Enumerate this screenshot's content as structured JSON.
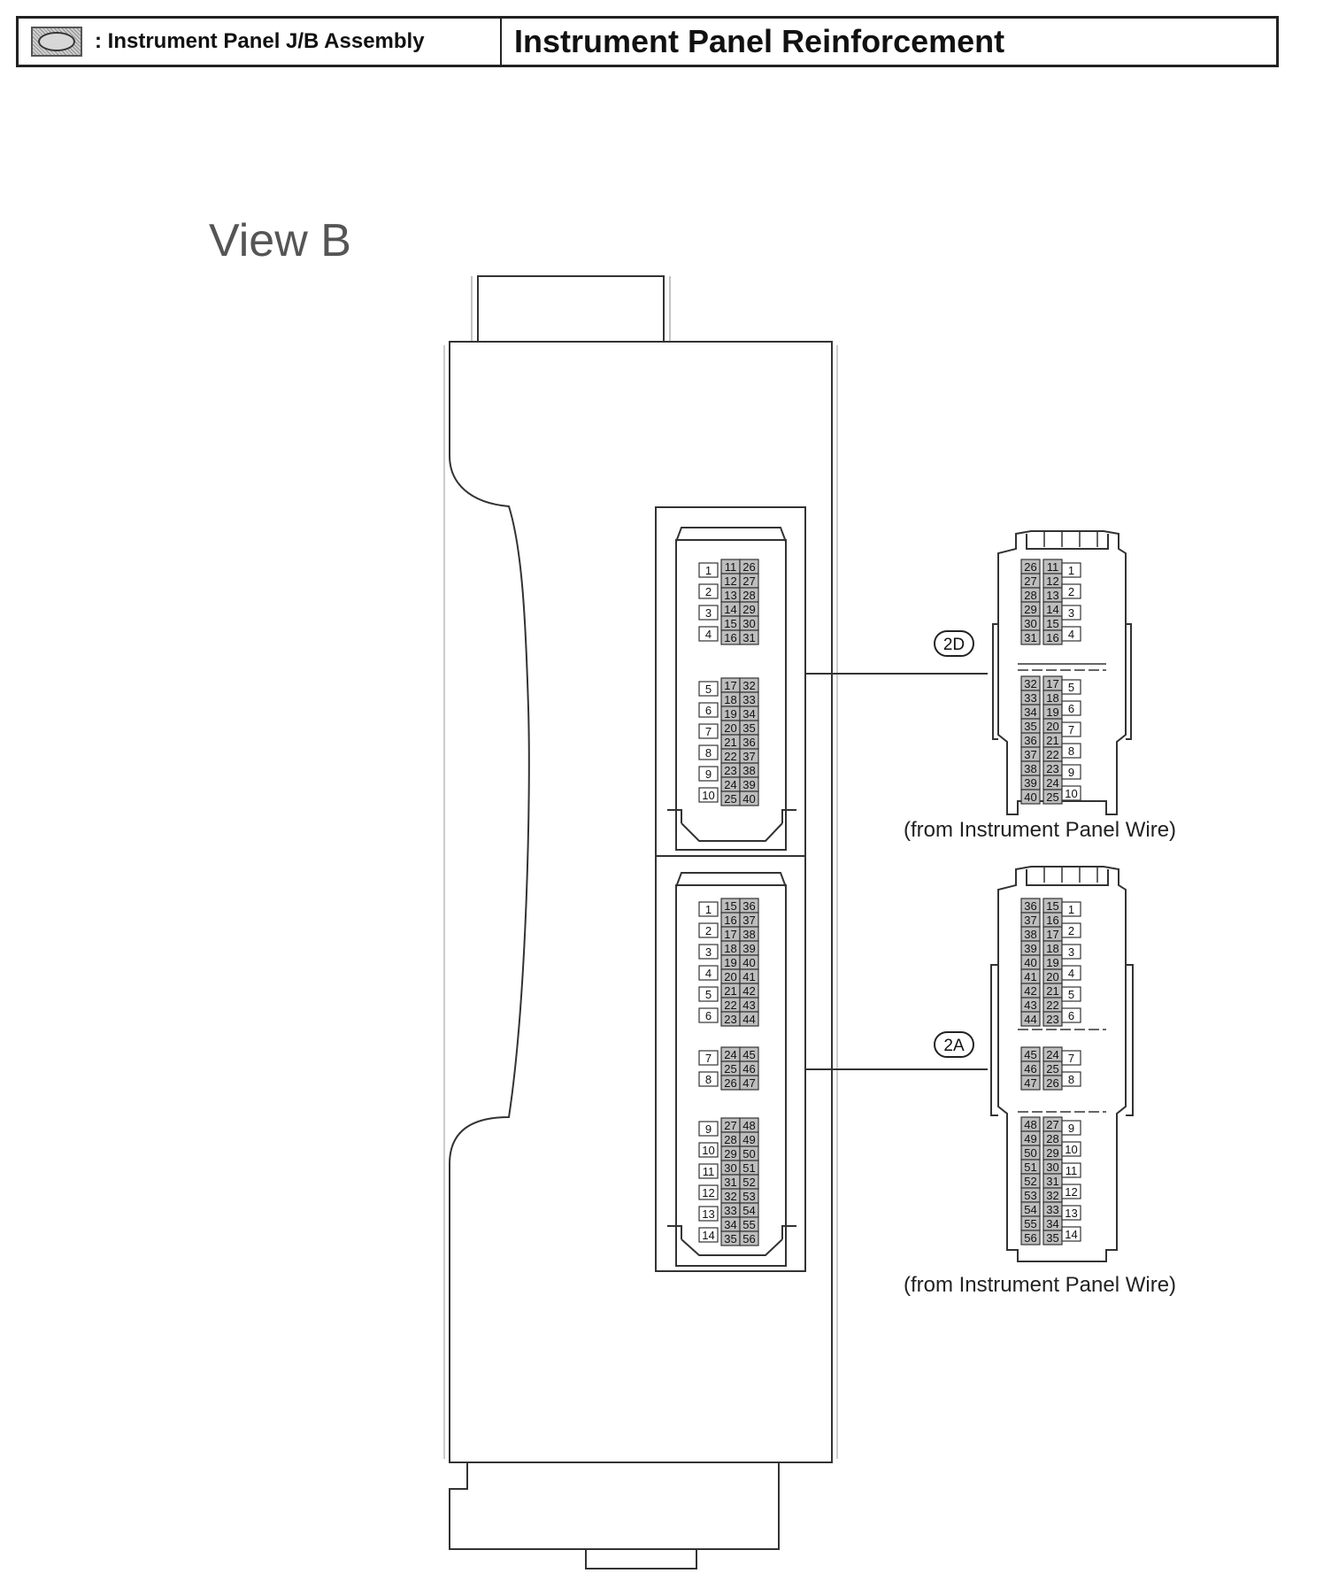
{
  "header": {
    "legend_symbol": "shaded-oval-icon",
    "legend_label": ": Instrument Panel J/B Assembly",
    "title": "Instrument Panel Reinforcement"
  },
  "view_title": "View B",
  "connectors": [
    {
      "id": "2D",
      "caption": "(from Instrument Panel Wire)",
      "jb_side": {
        "left_col": [
          "1",
          "2",
          "3",
          "4",
          "",
          "",
          "5",
          "6",
          "7",
          "8",
          "9",
          "10"
        ],
        "groups": [
          {
            "left": [
              "1",
              "2",
              "3",
              "4"
            ],
            "mid": [
              "11",
              "12",
              "13",
              "14",
              "15",
              "16"
            ],
            "right": [
              "26",
              "27",
              "28",
              "29",
              "30",
              "31"
            ]
          },
          {
            "left": [
              "5",
              "6",
              "7",
              "8",
              "9",
              "10"
            ],
            "mid": [
              "17",
              "18",
              "19",
              "20",
              "21",
              "22",
              "23",
              "24",
              "25"
            ],
            "right": [
              "32",
              "33",
              "34",
              "35",
              "36",
              "37",
              "38",
              "39",
              "40"
            ]
          }
        ]
      },
      "plug_side": {
        "groups": [
          {
            "left": [
              "26",
              "27",
              "28",
              "29",
              "30",
              "31"
            ],
            "mid": [
              "11",
              "12",
              "13",
              "14",
              "15",
              "16"
            ],
            "right": [
              "1",
              "2",
              "3",
              "4"
            ]
          },
          {
            "left": [
              "32",
              "33",
              "34",
              "35",
              "36",
              "37",
              "38",
              "39",
              "40"
            ],
            "mid": [
              "17",
              "18",
              "19",
              "20",
              "21",
              "22",
              "23",
              "24",
              "25"
            ],
            "right": [
              "5",
              "6",
              "7",
              "8",
              "9",
              "10"
            ]
          }
        ]
      }
    },
    {
      "id": "2A",
      "caption": "(from Instrument Panel Wire)",
      "jb_side": {
        "groups": [
          {
            "left": [
              "1",
              "2",
              "3",
              "4",
              "5",
              "6"
            ],
            "mid": [
              "15",
              "16",
              "17",
              "18",
              "19",
              "20",
              "21",
              "22",
              "23"
            ],
            "right": [
              "36",
              "37",
              "38",
              "39",
              "40",
              "41",
              "42",
              "43",
              "44"
            ]
          },
          {
            "left": [
              "7",
              "8"
            ],
            "mid": [
              "24",
              "25",
              "26"
            ],
            "right": [
              "45",
              "46",
              "47"
            ]
          },
          {
            "left": [
              "9",
              "10",
              "11",
              "12",
              "13",
              "14"
            ],
            "mid": [
              "27",
              "28",
              "29",
              "30",
              "31",
              "32",
              "33",
              "34",
              "35"
            ],
            "right": [
              "48",
              "49",
              "50",
              "51",
              "52",
              "53",
              "54",
              "55",
              "56"
            ]
          }
        ]
      },
      "plug_side": {
        "groups": [
          {
            "left": [
              "36",
              "37",
              "38",
              "39",
              "40",
              "41",
              "42",
              "43",
              "44"
            ],
            "mid": [
              "15",
              "16",
              "17",
              "18",
              "19",
              "20",
              "21",
              "22",
              "23"
            ],
            "right": [
              "1",
              "2",
              "3",
              "4",
              "5",
              "6"
            ]
          },
          {
            "left": [
              "45",
              "46",
              "47"
            ],
            "mid": [
              "24",
              "25",
              "26"
            ],
            "right": [
              "7",
              "8"
            ]
          },
          {
            "left": [
              "48",
              "49",
              "50",
              "51",
              "52",
              "53",
              "54",
              "55",
              "56"
            ],
            "mid": [
              "27",
              "28",
              "29",
              "30",
              "31",
              "32",
              "33",
              "34",
              "35"
            ],
            "right": [
              "9",
              "10",
              "11",
              "12",
              "13",
              "14"
            ]
          }
        ]
      }
    }
  ]
}
